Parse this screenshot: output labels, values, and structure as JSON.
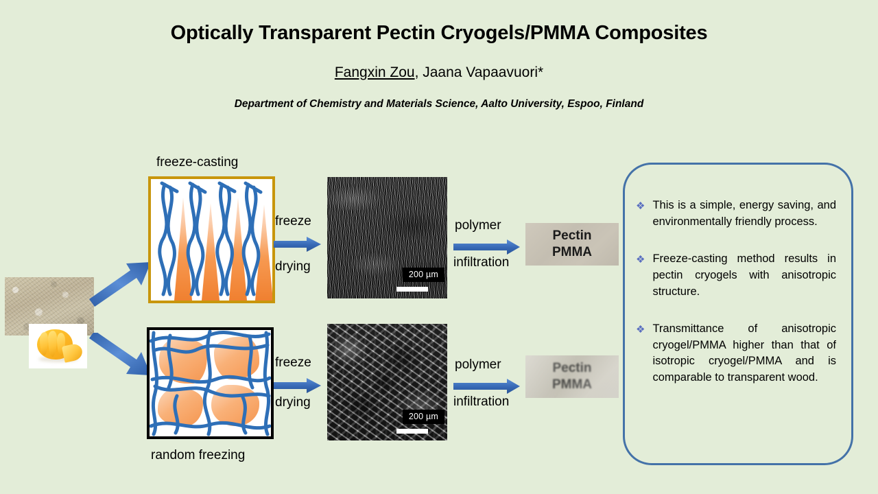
{
  "meta": {
    "background_color": "#E3EDD8",
    "accent_blue": "#4472A8",
    "gold_border": "#C8960C",
    "bullet_color": "#5A6FC0"
  },
  "header": {
    "title": "Optically Transparent Pectin Cryogels/PMMA Composites",
    "authors_underlined": "Fangxin Zou",
    "authors_rest": ", Jaana Vapaavuori*",
    "affiliation": "Department of Chemistry and Materials Science, Aalto University, Espoo, Finland"
  },
  "diagram": {
    "top_route_label": "freeze-casting",
    "bottom_route_label": "random freezing",
    "step1_line1": "freeze",
    "step1_line2": "drying",
    "step2_line1": "polymer",
    "step2_line2": "infiltration",
    "sem_scale_label": "200 µm",
    "sample_line1": "Pectin",
    "sample_line2": "PMMA",
    "source_images": [
      {
        "name": "pectin-powder-photo"
      },
      {
        "name": "orange-fruit-photo"
      }
    ]
  },
  "conclusions": {
    "bullet_glyph": "❖",
    "items": [
      "This is a simple, energy saving, and environmentally friendly process.",
      "Freeze-casting method results in pectin cryogels with anisotropic structure.",
      "Transmittance of anisotropic cryogel/PMMA higher than that of isotropic cryogel/PMMA and is comparable to transparent wood."
    ]
  }
}
